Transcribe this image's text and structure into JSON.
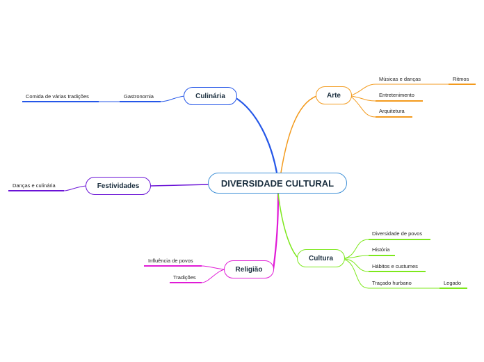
{
  "central": "DIVERSIDADE CULTURAL",
  "branches": {
    "culinaria": {
      "label": "Culinária",
      "color": "#2557e8",
      "leaves": [
        "Gastronomia",
        "Comida de várias tradições"
      ]
    },
    "festividades": {
      "label": "Festividades",
      "color": "#6a12d6",
      "leaves": [
        "Danças e culinária"
      ]
    },
    "religiao": {
      "label": "Religião",
      "color": "#e01ad6",
      "leaves": [
        "Influência de povos",
        "Tradições"
      ]
    },
    "arte": {
      "label": "Arte",
      "color": "#f39a1c",
      "leaves": [
        "Músicas e danças",
        "Ritmos",
        "Entretenimento",
        "Arquitetura"
      ]
    },
    "cultura": {
      "label": "Cultura",
      "color": "#7de81c",
      "leaves": [
        "Diversidade de povos",
        "História",
        "Hábitos e custumes",
        "Traçado hurbano",
        "Legado"
      ]
    }
  }
}
